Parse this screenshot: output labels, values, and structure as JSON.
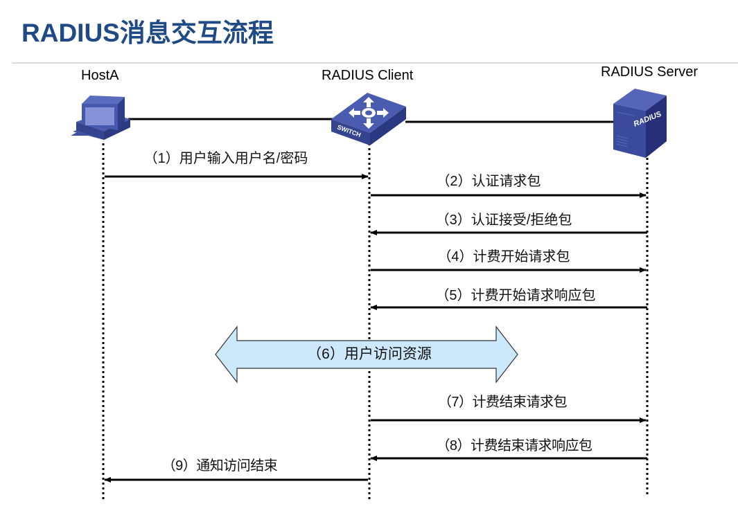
{
  "title": "RADIUS消息交互流程",
  "entities": [
    {
      "id": "hosta",
      "label": "HostA",
      "icon": "computer-icon"
    },
    {
      "id": "client",
      "label": "RADIUS Client",
      "icon": "switch-icon",
      "icon_text": "SWITCH"
    },
    {
      "id": "server",
      "label": "RADIUS Server",
      "icon": "server-icon",
      "icon_text": "RADIUS"
    }
  ],
  "messages": [
    {
      "label": "（1）用户输入用户名/密码",
      "from": "hosta",
      "to": "client"
    },
    {
      "label": "（2）认证请求包",
      "from": "client",
      "to": "server"
    },
    {
      "label": "（3）认证接受/拒绝包",
      "from": "server",
      "to": "client"
    },
    {
      "label": "（4）计费开始请求包",
      "from": "client",
      "to": "server"
    },
    {
      "label": "（5）计费开始请求响应包",
      "from": "server",
      "to": "client"
    },
    {
      "label": "（7）计费结束请求包",
      "from": "client",
      "to": "server"
    },
    {
      "label": "（8）计费结束请求响应包",
      "from": "server",
      "to": "client"
    },
    {
      "label": "（9）通知访问结束",
      "from": "client",
      "to": "hosta"
    }
  ],
  "band": {
    "label": "（6）用户访问资源",
    "type": "bidirectional"
  },
  "colors": {
    "title": "#1f4a85",
    "device": "#3a4a9c",
    "band_fill": "#cce8fb",
    "line": "#000000"
  }
}
